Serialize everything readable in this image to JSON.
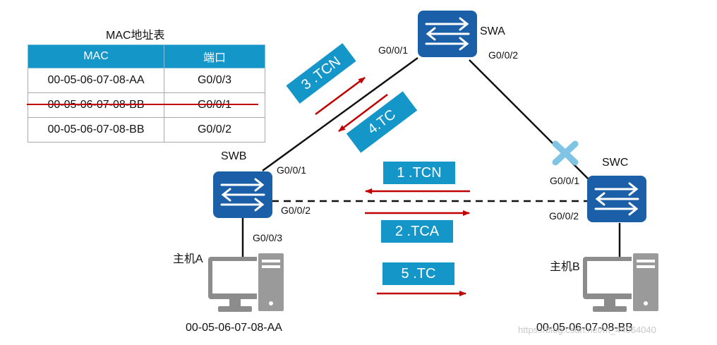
{
  "mac_table": {
    "title": "MAC地址表",
    "headers": [
      "MAC",
      "端口"
    ],
    "rows": [
      {
        "mac": "00-05-06-07-08-AA",
        "port": "G0/0/3",
        "struck": false
      },
      {
        "mac": "00-05-06-07-08-BB",
        "port": "G0/0/1",
        "struck": true
      },
      {
        "mac": "00-05-06-07-08-BB",
        "port": "G0/0/2",
        "struck": false
      }
    ],
    "strike_color": "#c00000"
  },
  "devices": {
    "swa": "SWA",
    "swb": "SWB",
    "swc": "SWC",
    "host_a": "主机A",
    "host_b": "主机B"
  },
  "ports": {
    "swa_g001": "G0/0/1",
    "swa_g002": "G0/0/2",
    "swb_g001": "G0/0/1",
    "swb_g002": "G0/0/2",
    "swb_g003": "G0/0/3",
    "swc_g001": "G0/0/1",
    "swc_g002": "G0/0/2"
  },
  "host_macs": {
    "host_a": "00-05-06-07-08-AA",
    "host_b": "00-05-06-07-08-BB"
  },
  "messages": {
    "m1": "1 .TCN",
    "m2": "2 .TCA",
    "m3": "3 .TCN",
    "m4": "4.TC",
    "m5": "5 .TC"
  },
  "watermark": "https://blog.csdn.net/m_44064040",
  "colors": {
    "switch_blue": "#1a5fa8",
    "label_blue": "#1596c9",
    "arrow_red": "#c00000",
    "block_mark": "#7fc4e4",
    "host_gray": "#8c8c8c"
  },
  "icons": [
    "switch-icon",
    "computer-icon",
    "blocked-port-x-icon",
    "arrow-icon"
  ]
}
